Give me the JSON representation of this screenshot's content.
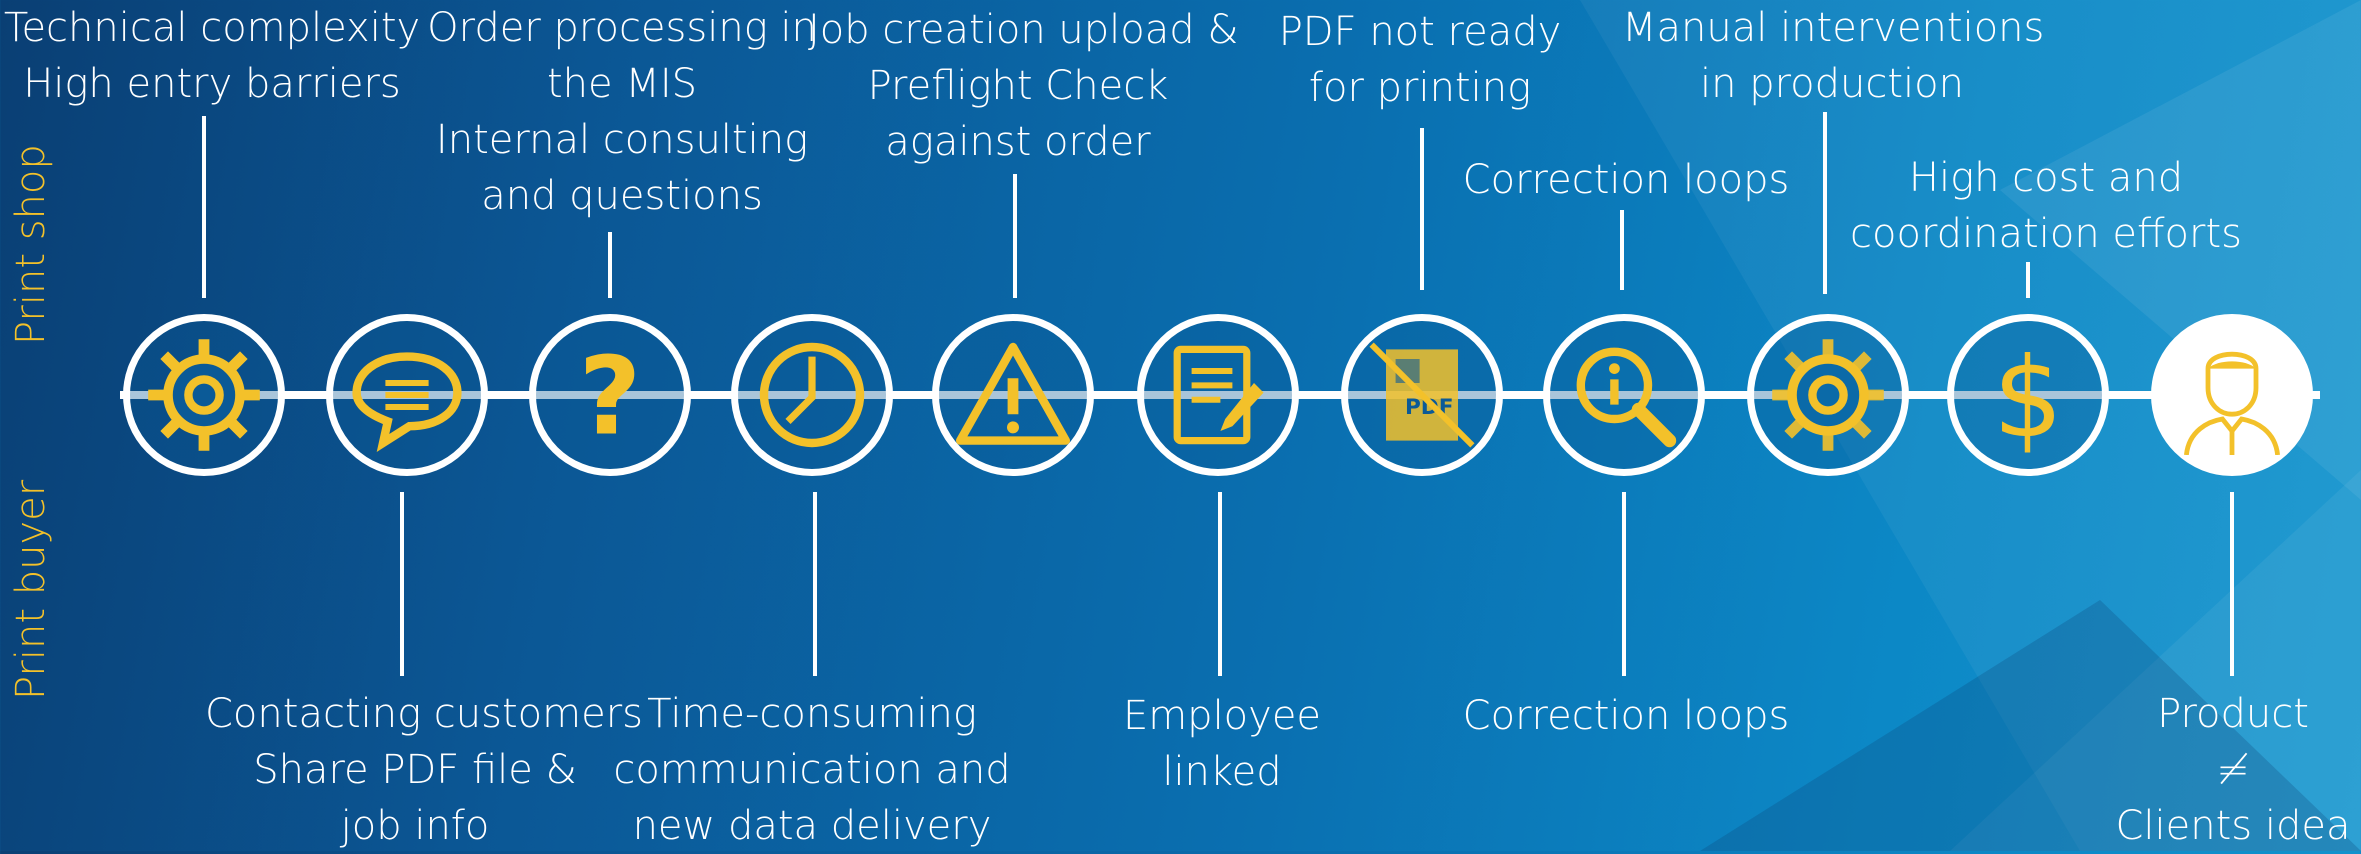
{
  "colors": {
    "accent": "#f3c12a",
    "line": "#ffffff",
    "text": "#ffffff"
  },
  "side_labels": {
    "top": "Print shop",
    "bottom": "Print buyer"
  },
  "nodes": [
    {
      "icon": "gear-icon"
    },
    {
      "icon": "speech-bubble-icon"
    },
    {
      "icon": "question-mark-icon"
    },
    {
      "icon": "clock-icon"
    },
    {
      "icon": "warning-icon"
    },
    {
      "icon": "document-edit-icon"
    },
    {
      "icon": "pdf-crossed-icon"
    },
    {
      "icon": "magnifier-info-icon"
    },
    {
      "icon": "gear-icon"
    },
    {
      "icon": "dollar-icon"
    },
    {
      "icon": "person-icon"
    }
  ],
  "top_labels": [
    [
      "Technical complexity",
      "High entry barriers"
    ],
    [
      "Order processing in",
      "the MIS",
      "Internal consulting",
      "and questions"
    ],
    [
      "Job creation upload &",
      "Preflight Check",
      "against order"
    ],
    [
      "PDF not ready",
      "for printing"
    ],
    [
      "Correction loops"
    ],
    [
      "Manual interventions",
      "in production"
    ],
    [
      "High cost and",
      "coordination efforts"
    ]
  ],
  "bottom_labels": [
    [
      "Contacting customers",
      "Share PDF file &",
      "job info"
    ],
    [
      "Time-consuming",
      "communication and",
      "new data delivery"
    ],
    [
      "Employee",
      "linked"
    ],
    [
      "Correction loops"
    ],
    [
      "Product",
      "≠",
      "Clients idea"
    ]
  ]
}
